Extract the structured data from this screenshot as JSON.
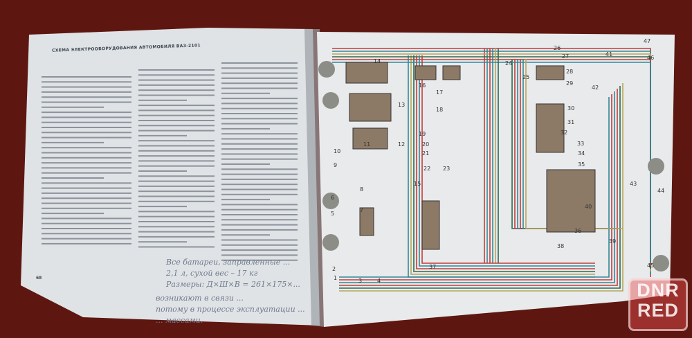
{
  "left_page": {
    "heading": "СХЕМА ЭЛЕКТРООБОРУДОВАНИЯ АВТОМОБИЛЯ ВАЗ-2101",
    "page_number": "68",
    "handwritten_notes": [
      "Все батареи, заправленные ...",
      "2,1 л, сухой вес – 17 кг",
      "Размеры: Д×Ш×В = 261×175×...",
      "возникают в связи ...",
      "потому в процессе эксплуатации ...",
      "... массами."
    ]
  },
  "right_page": {
    "component_numbers": [
      "1",
      "2",
      "3",
      "4",
      "5",
      "6",
      "7",
      "8",
      "9",
      "10",
      "11",
      "12",
      "13",
      "14",
      "15",
      "16",
      "17",
      "18",
      "19",
      "20",
      "21",
      "22",
      "23",
      "24",
      "25",
      "26",
      "27",
      "28",
      "29",
      "30",
      "31",
      "32",
      "33",
      "34",
      "35",
      "36",
      "37",
      "38",
      "39",
      "40",
      "41",
      "42",
      "43",
      "44",
      "45",
      "46",
      "47"
    ]
  },
  "watermark": {
    "line1": "DNR",
    "line2": "RED"
  }
}
